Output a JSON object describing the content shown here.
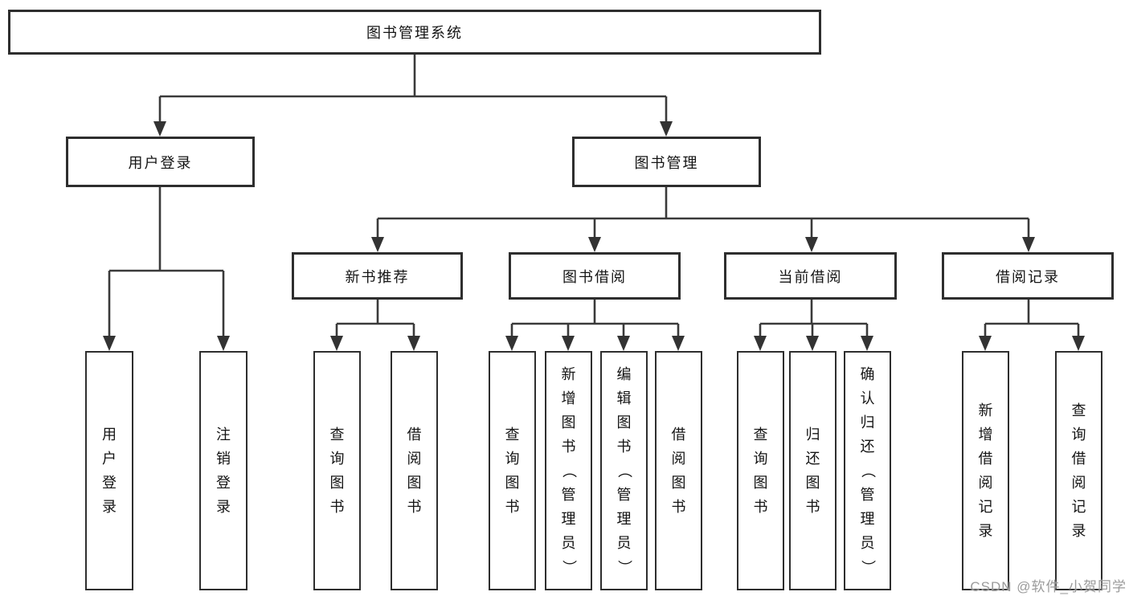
{
  "diagram": {
    "root": {
      "label": "图书管理系统"
    },
    "level2": [
      {
        "label": "用户登录"
      },
      {
        "label": "图书管理"
      }
    ],
    "level3": [
      {
        "label": "新书推荐"
      },
      {
        "label": "图书借阅"
      },
      {
        "label": "当前借阅"
      },
      {
        "label": "借阅记录"
      }
    ],
    "leaves": {
      "user_login": [
        "用户登录",
        "注销登录"
      ],
      "new_book": [
        "查询图书",
        "借阅图书"
      ],
      "book_borrow": [
        "查询图书",
        "新增图书（管理员）",
        "编辑图书（管理员）",
        "借阅图书"
      ],
      "current_borrow": [
        "查询图书",
        "归还图书",
        "确认归还（管理员）"
      ],
      "borrow_records": [
        "新增借阅记录",
        "查询借阅记录"
      ]
    }
  },
  "watermark": {
    "text": "CSDN @软件_小贺同学"
  },
  "colors": {
    "line": "#3a3a3a",
    "border": "#2e2e2e",
    "text": "#141414",
    "watermark": "#969696",
    "background": "#ffffff"
  }
}
